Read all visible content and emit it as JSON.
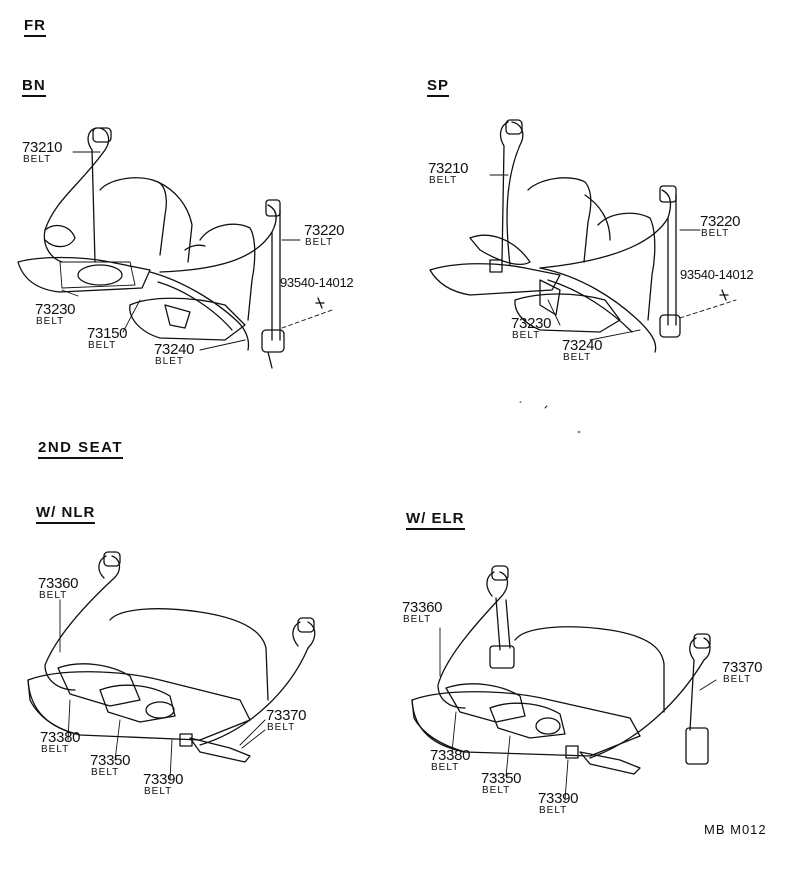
{
  "headings": {
    "fr": "FR",
    "bn": "BN",
    "sp": "SP",
    "second_seat": "2ND SEAT",
    "w_nlr": "W/ NLR",
    "w_elr": "W/ ELR"
  },
  "bn": {
    "p73210": {
      "num": "73210",
      "name": "BELT"
    },
    "p73220": {
      "num": "73220",
      "name": "BELT"
    },
    "p93540": {
      "num": "93540-14012"
    },
    "p73230": {
      "num": "73230",
      "name": "BELT"
    },
    "p73150": {
      "num": "73150",
      "name": "BELT"
    },
    "p73240": {
      "num": "73240",
      "name": "BLET"
    }
  },
  "sp": {
    "p73210": {
      "num": "73210",
      "name": "BELT"
    },
    "p73220": {
      "num": "73220",
      "name": "BELT"
    },
    "p93540": {
      "num": "93540-14012"
    },
    "p73230": {
      "num": "73230",
      "name": "BELT"
    },
    "p73240": {
      "num": "73240",
      "name": "BELT"
    }
  },
  "nlr": {
    "p73360": {
      "num": "73360",
      "name": "BELT"
    },
    "p73380": {
      "num": "73380",
      "name": "BELT"
    },
    "p73350": {
      "num": "73350",
      "name": "BELT"
    },
    "p73390": {
      "num": "73390",
      "name": "BELT"
    },
    "p73370": {
      "num": "73370",
      "name": "BELT"
    }
  },
  "elr": {
    "p73360": {
      "num": "73360",
      "name": "BELT"
    },
    "p73380": {
      "num": "73380",
      "name": "BELT"
    },
    "p73350": {
      "num": "73350",
      "name": "BELT"
    },
    "p73390": {
      "num": "73390",
      "name": "BELT"
    },
    "p73370": {
      "num": "73370",
      "name": "BELT"
    }
  },
  "footer": {
    "ref": "MB  M012"
  }
}
